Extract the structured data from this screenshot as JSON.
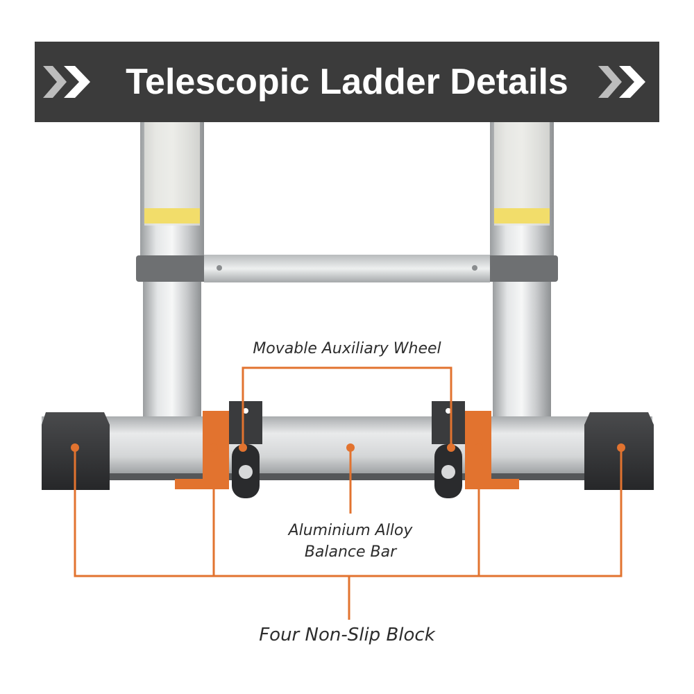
{
  "banner": {
    "title": "Telescopic Ladder Details",
    "background": "#3b3b3b",
    "text_color": "#ffffff",
    "left_icon": "double-chevron-right-icon",
    "right_icon": "double-chevron-right-icon"
  },
  "callouts": {
    "wheel": "Movable Auxiliary Wheel",
    "balance_bar_line1": "Aluminium Alloy",
    "balance_bar_line2": "Balance Bar",
    "blocks": "Four Non-Slip Block"
  },
  "colors": {
    "accent": "#e2732f",
    "aluminium": "#c9cbcd",
    "rubber": "#3a3b3d"
  }
}
